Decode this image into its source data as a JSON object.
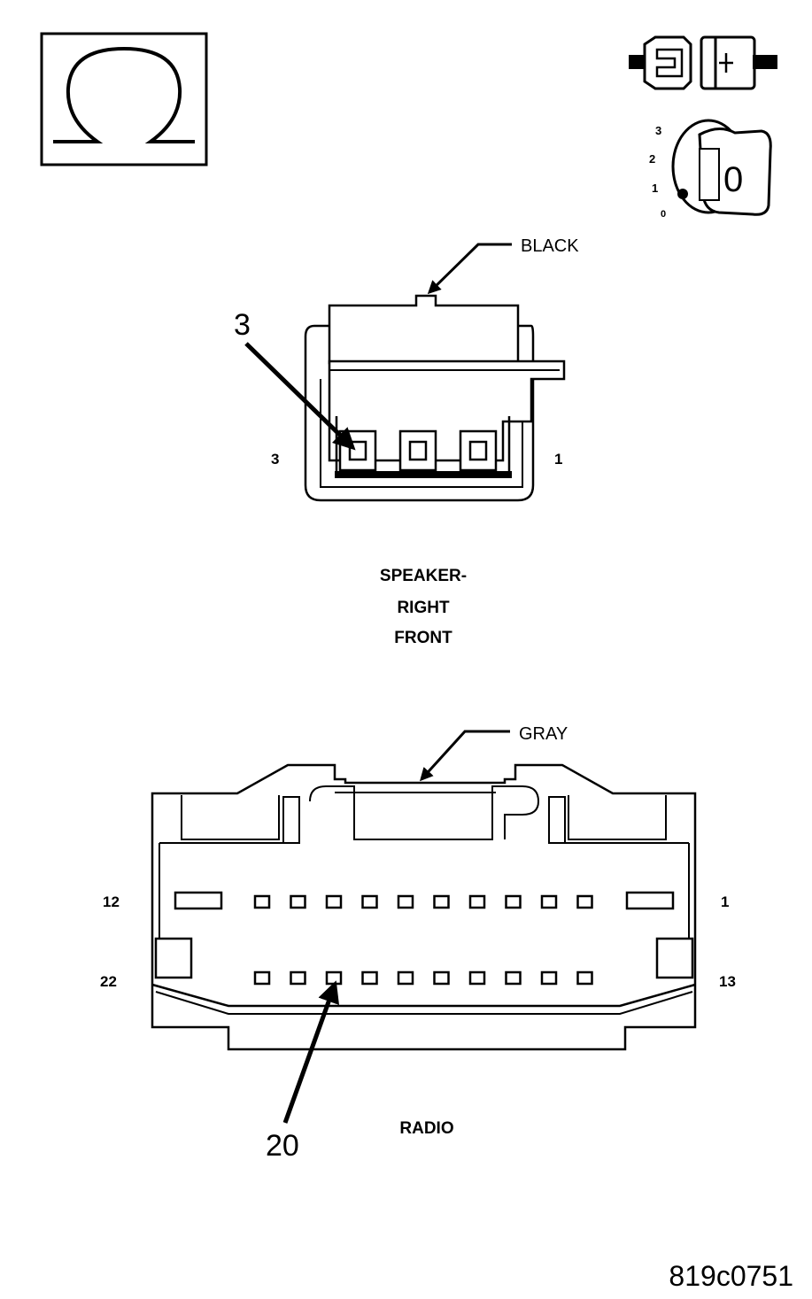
{
  "ohm_symbol": {
    "glyph": "Ω",
    "icon": "ohmmeter-icon"
  },
  "test_icons": {
    "connector_icon": "disconnected-connector-icon",
    "ignition_icon": "ignition-key-icon",
    "ignition_positions": [
      "3",
      "2",
      "1",
      "0"
    ],
    "ignition_key_position": "0"
  },
  "speaker_connector": {
    "color_label": "BLACK",
    "pin_callout": "3",
    "left_pin": "3",
    "right_pin": "1",
    "title_lines": [
      "SPEAKER-",
      "RIGHT",
      "FRONT"
    ],
    "pin_count": 3
  },
  "radio_connector": {
    "color_label": "GRAY",
    "pin_callout": "20",
    "top_left_pin": "12",
    "top_right_pin": "1",
    "bottom_left_pin": "22",
    "bottom_right_pin": "13",
    "title": "RADIO",
    "top_row_pins": 12,
    "bottom_row_pins": 10
  },
  "figure_id": "819c0751"
}
